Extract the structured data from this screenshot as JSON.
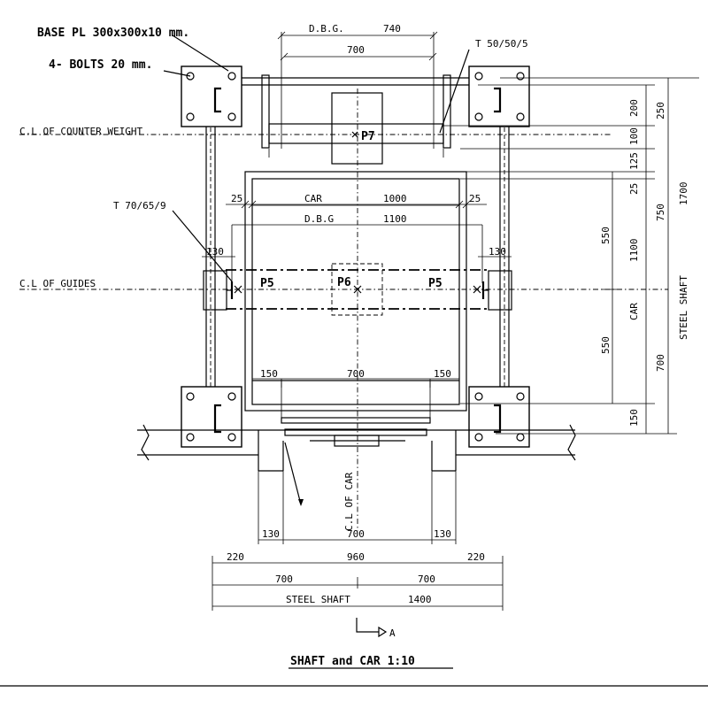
{
  "notes": {
    "base_plate": "BASE PL 300x300x10 mm.",
    "bolts": "4- BOLTS 20 mm.",
    "cl_counter_weight": "C.L OF COUNTER WEIGHT",
    "cl_guides": "C.L OF GUIDES",
    "cl_car": "C.L OF CAR",
    "t_small": "T 50/50/5",
    "t_large": "T 70/65/9"
  },
  "points": {
    "p7": "P7",
    "p6": "P6",
    "p5_left": "P5",
    "p5_right": "P5"
  },
  "dims_top": {
    "dbg_label": "D.B.G.",
    "dbg_value": "740",
    "cw_width": "700"
  },
  "dims_car": {
    "gap_left": "25",
    "car_label": "CAR",
    "car_value": "1000",
    "gap_right": "25",
    "dbg_label": "D.B.G",
    "dbg_value": "1100",
    "guide_left": "130",
    "guide_right": "130",
    "door_left": "150",
    "door_mid": "700",
    "door_right": "150"
  },
  "dims_bottom": {
    "open_left": "130",
    "open_mid": "700",
    "open_right": "130",
    "seg_left": "220",
    "seg_mid": "960",
    "seg_right": "220",
    "half_left": "700",
    "half_right": "700",
    "shaft_label": "STEEL SHAFT",
    "shaft_value": "1400"
  },
  "dims_right": {
    "a1": "200",
    "a2": "100",
    "a3": "125",
    "a4": "25",
    "a5": "550",
    "a6": "550",
    "b1": "250",
    "b2": "750",
    "b3": "1100",
    "b4": "700",
    "b5": "150",
    "car_label": "CAR",
    "shaft_value": "1700",
    "shaft_label": "STEEL SHAFT"
  },
  "section_marker": "A",
  "title": "SHAFT and CAR 1:10"
}
